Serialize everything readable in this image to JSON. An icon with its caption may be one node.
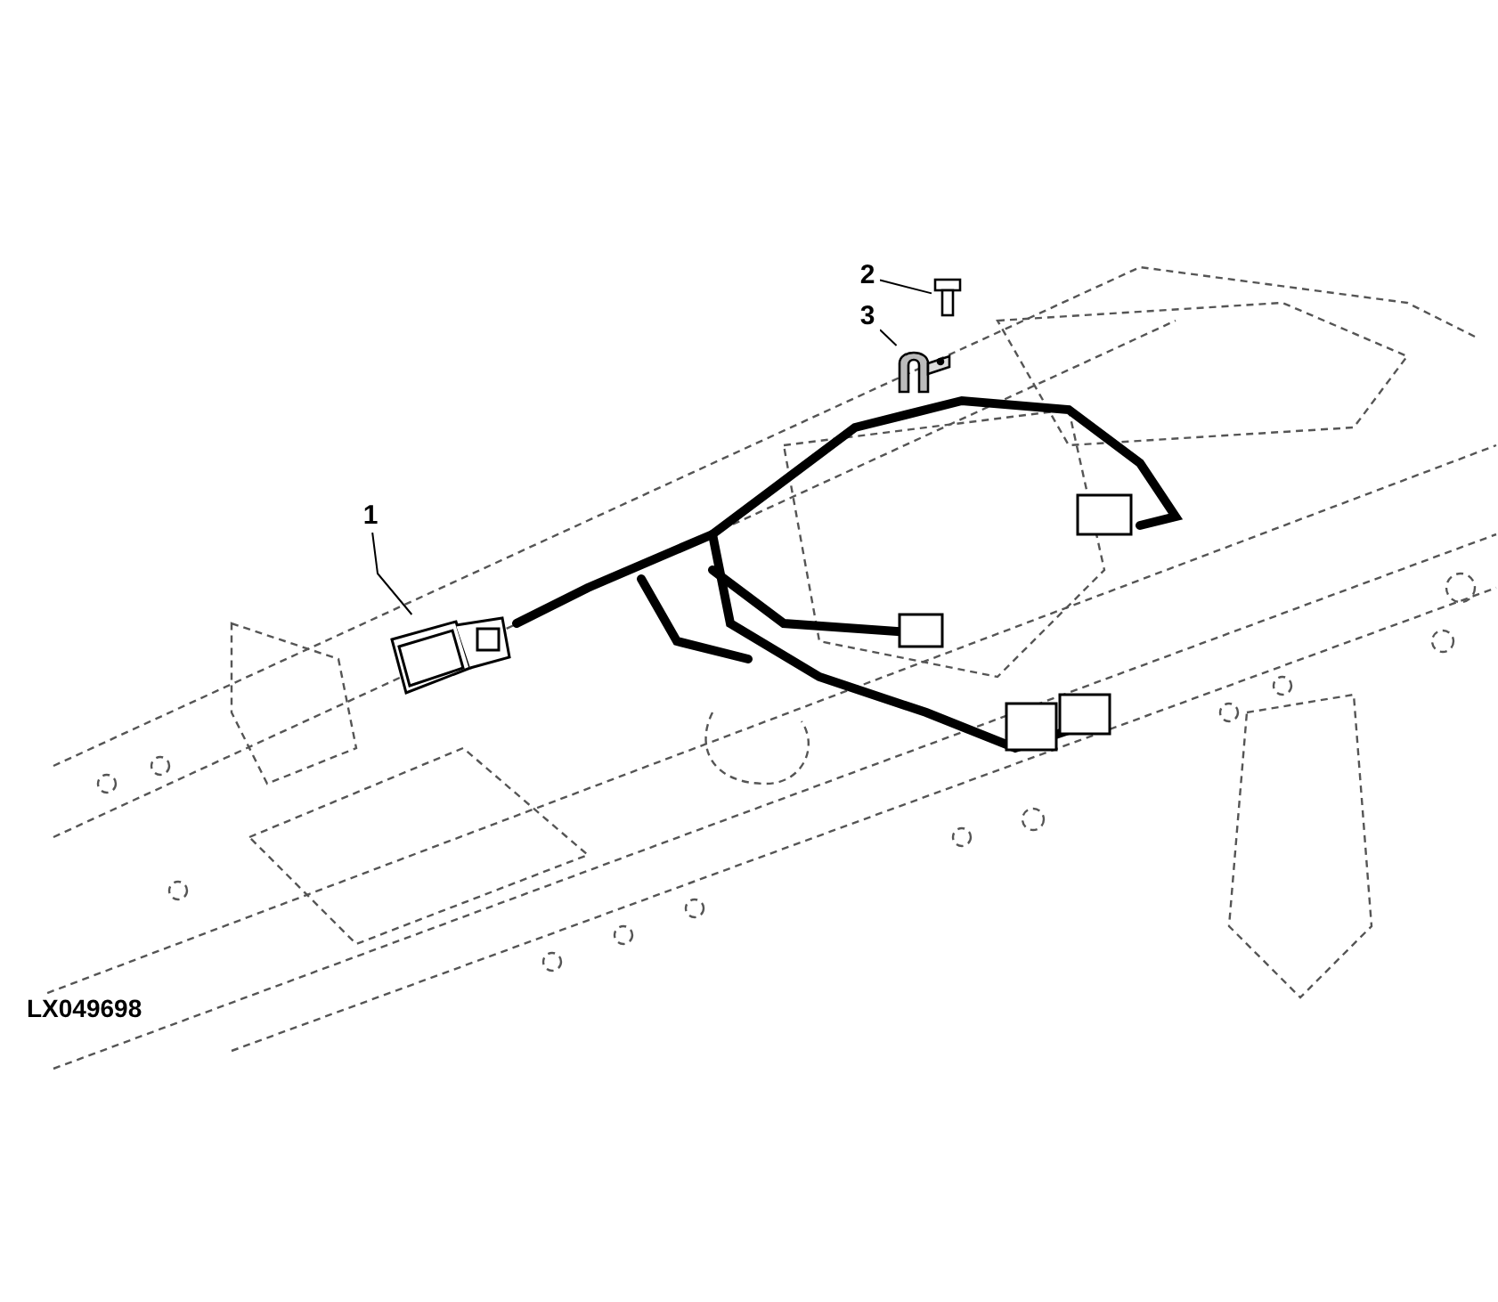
{
  "diagram": {
    "nodes": [
      {
        "text": [
          "2"
        ]
      },
      {
        "text": [],
        "shape": "picture"
      },
      {
        "text": [
          "3"
        ]
      },
      {
        "text": [],
        "shape": "picture"
      },
      {
        "text": [
          "1"
        ]
      },
      {
        "text": [],
        "shape": "picture"
      }
    ],
    "edges": [
      {
        "from": 0,
        "to": 1,
        "arrow": "none"
      },
      {
        "from": 2,
        "to": 3,
        "arrow": "none"
      },
      {
        "from": 4,
        "to": 5,
        "arrow": "none"
      }
    ],
    "labels": [
      "LX049698"
    ]
  }
}
